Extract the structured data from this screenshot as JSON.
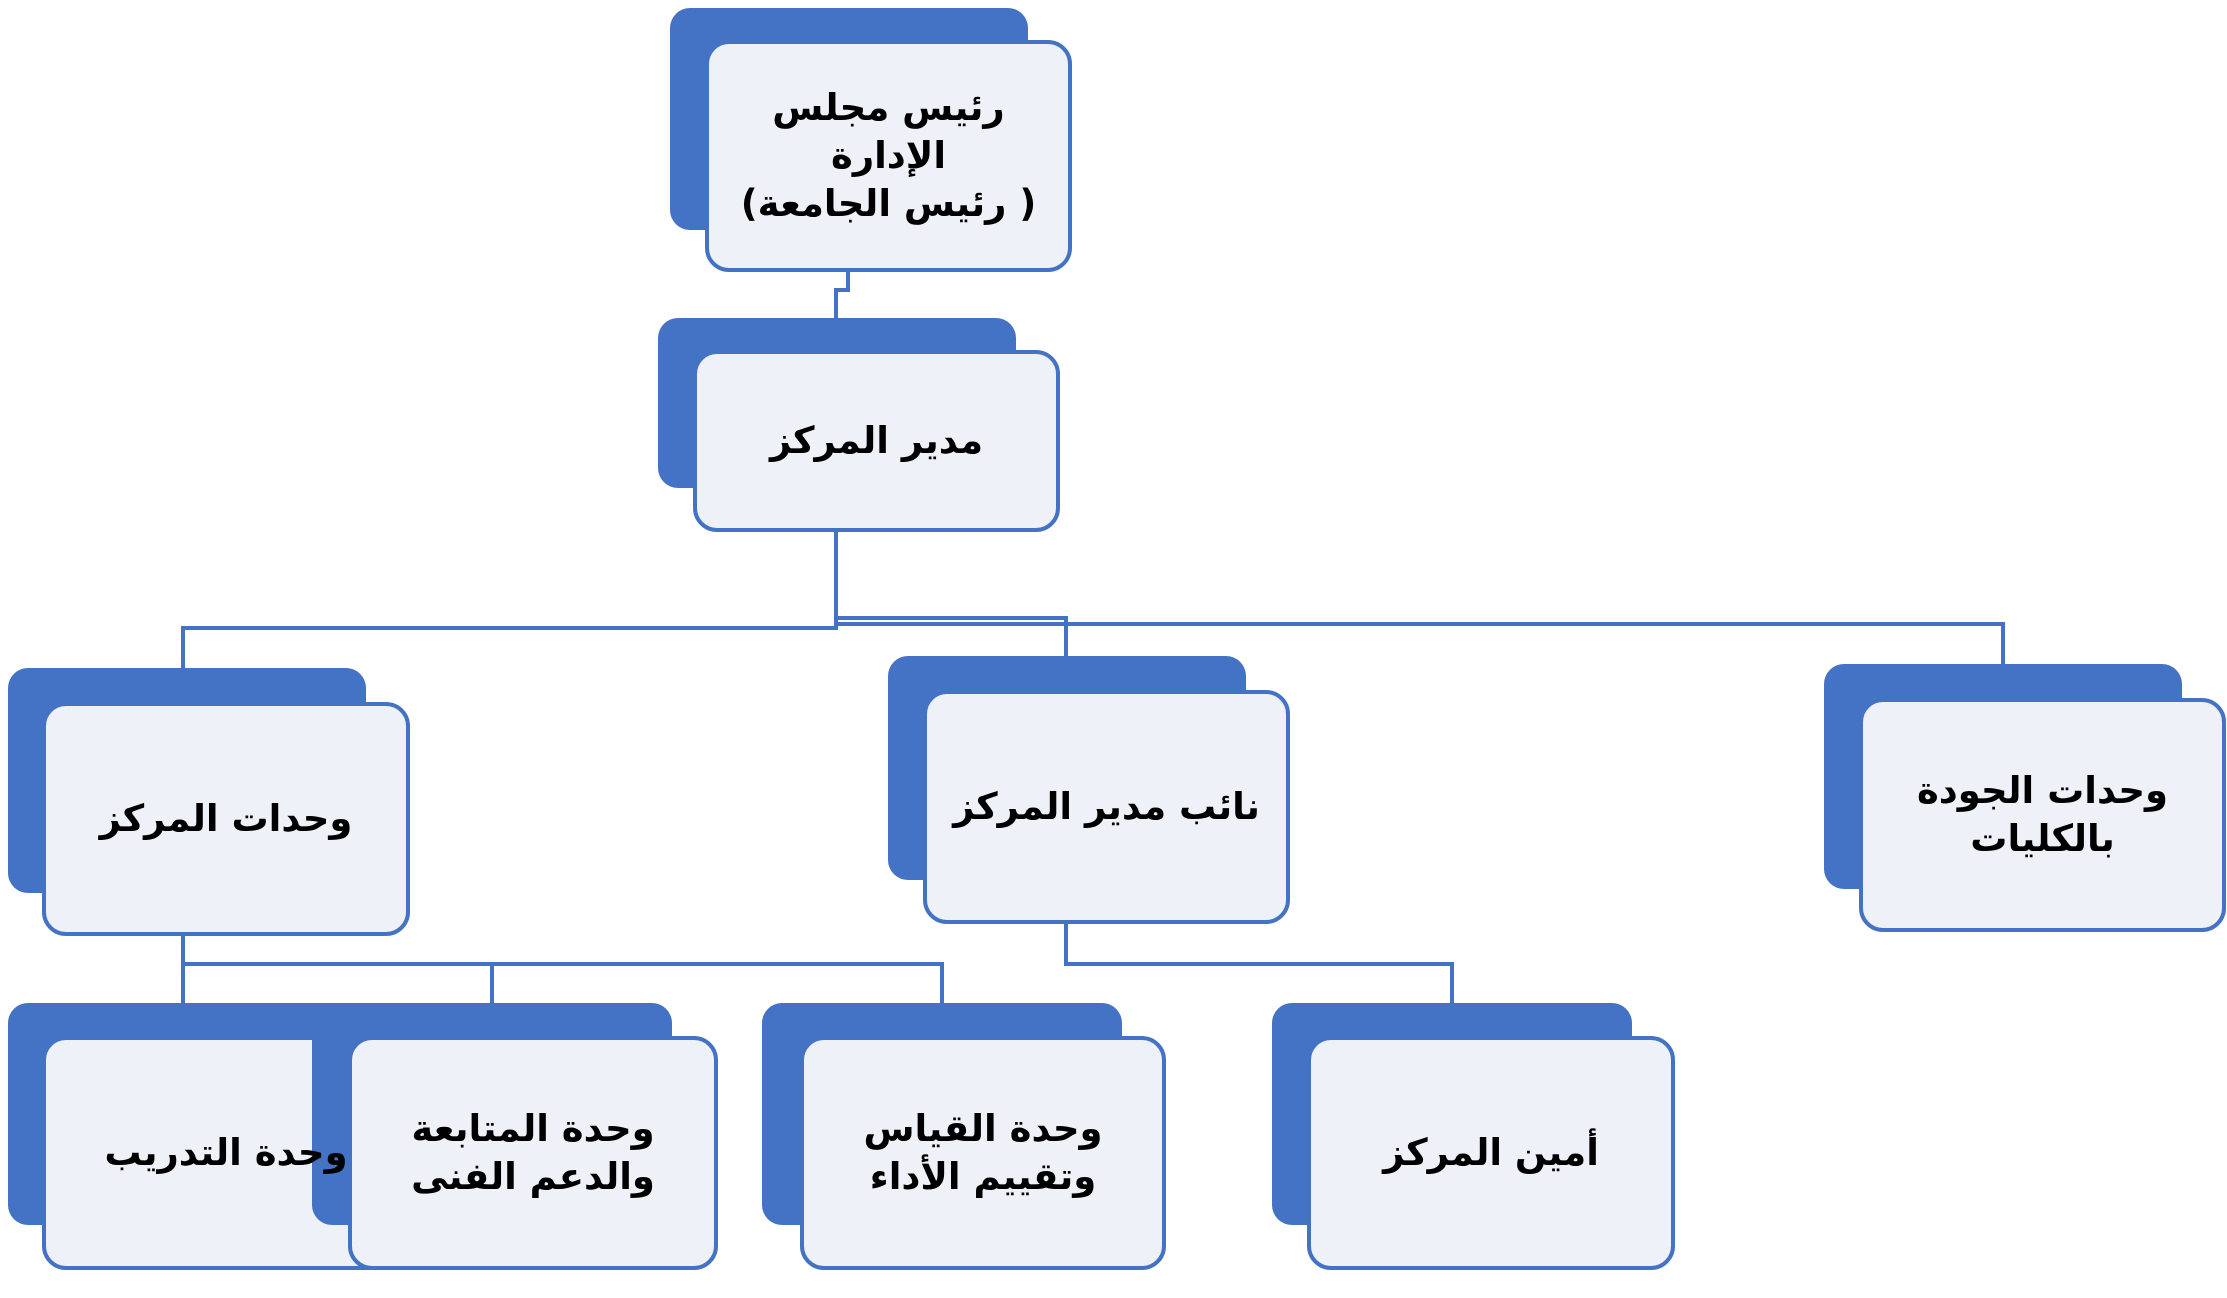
{
  "colors": {
    "accent": "#4472C4",
    "box_fill": "#EEF1F8",
    "box_border": "#4472C4",
    "connector": "#4472C4",
    "text": "#000000"
  },
  "nodes": [
    {
      "id": "board-chairman",
      "lines": [
        "رئيس مجلس",
        "الإدارة",
        "( رئيس الجامعة)"
      ]
    },
    {
      "id": "center-director",
      "lines": [
        "مدير المركز"
      ]
    },
    {
      "id": "center-units",
      "lines": [
        "وحدات المركز"
      ]
    },
    {
      "id": "deputy-director",
      "lines": [
        "نائب مدير المركز"
      ]
    },
    {
      "id": "college-quality-units",
      "lines": [
        "وحدات الجودة",
        "بالكليات"
      ]
    },
    {
      "id": "training-unit",
      "lines": [
        "وحدة التدريب"
      ]
    },
    {
      "id": "followup-support-unit",
      "lines": [
        "وحدة المتابعة",
        "والدعم الفنى"
      ]
    },
    {
      "id": "measurement-evaluation-unit",
      "lines": [
        "وحدة القياس",
        "وتقييم الأداء"
      ]
    },
    {
      "id": "center-secretary",
      "lines": [
        "أمين المركز"
      ]
    }
  ],
  "edges": [
    {
      "from": "board-chairman",
      "to": "center-director"
    },
    {
      "from": "center-director",
      "to": "center-units"
    },
    {
      "from": "center-director",
      "to": "deputy-director"
    },
    {
      "from": "center-director",
      "to": "college-quality-units"
    },
    {
      "from": "center-units",
      "to": "training-unit"
    },
    {
      "from": "center-units",
      "to": "followup-support-unit"
    },
    {
      "from": "center-units",
      "to": "measurement-evaluation-unit"
    },
    {
      "from": "deputy-director",
      "to": "center-secretary"
    }
  ]
}
